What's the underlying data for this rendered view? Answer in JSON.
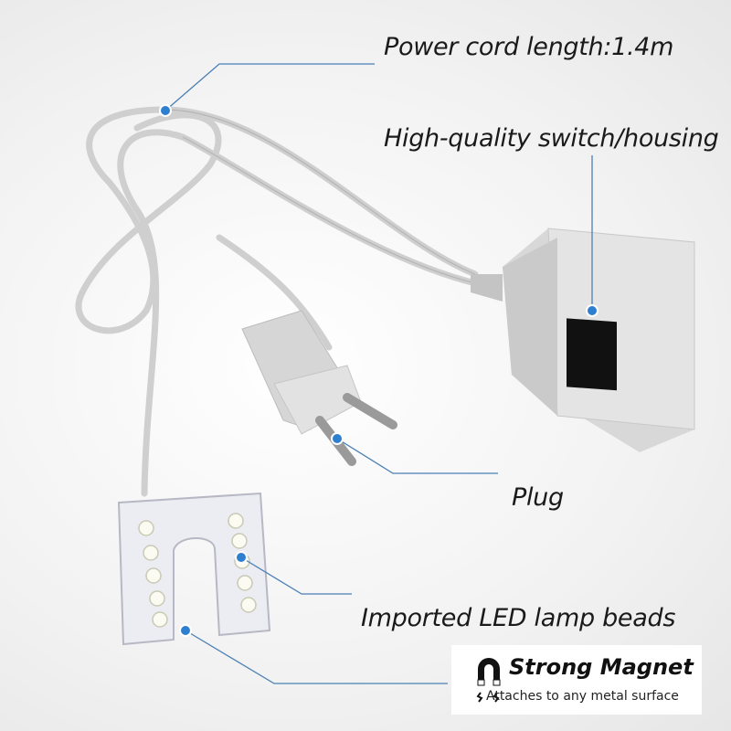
{
  "callouts": {
    "power_cord": "Power cord length:1.4m",
    "switch": "High-quality switch/housing",
    "plug": "Plug",
    "led": "Imported LED lamp beads"
  },
  "badge": {
    "icon": "horseshoe-magnet-icon",
    "title": "Strong Magnet",
    "subtitle": "Attaches to any metal surface"
  },
  "colors": {
    "callout_line": "#4a7fb5",
    "callout_dot": "#2f7fd0"
  }
}
